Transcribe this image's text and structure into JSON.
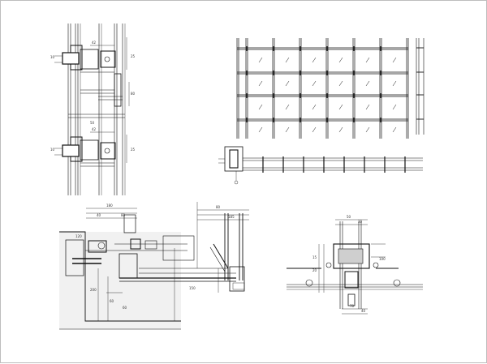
{
  "drawing": {
    "views": [
      {
        "id": "left-vertical-section",
        "dims": [
          "42",
          "25",
          "10",
          "80",
          "50",
          "42",
          "25",
          "10"
        ]
      },
      {
        "id": "top-right-elevation"
      },
      {
        "id": "middle-plan-strip"
      },
      {
        "id": "bottom-left-section",
        "dims": [
          "180",
          "40",
          "80",
          "200",
          "60",
          "80",
          "185",
          "150",
          "60",
          "120"
        ]
      },
      {
        "id": "bottom-right-detail",
        "dims": [
          "50",
          "30",
          "15",
          "20",
          "70",
          "40",
          "100"
        ]
      }
    ]
  }
}
